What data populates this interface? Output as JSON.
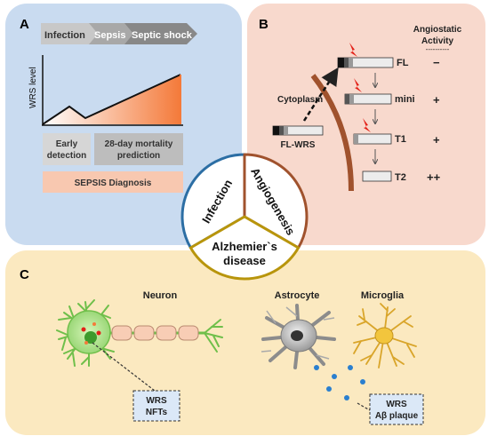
{
  "panel_a": {
    "letter": "A",
    "arrows": [
      "Infection",
      "Sepsis",
      "Septic shock"
    ],
    "ylabel": "WRS level",
    "box_early": [
      "Early",
      "detection"
    ],
    "box_mortality": [
      "28-day mortality",
      "prediction"
    ],
    "diagnosis": "SEPSIS Diagnosis",
    "colors": {
      "background": "#c9dbf0",
      "trend": "#f47a3a"
    }
  },
  "panel_b": {
    "letter": "B",
    "header": [
      "Angiostatic",
      "Activity"
    ],
    "dashes": "----------",
    "cytoplasm": "Cytoplasm",
    "full_length": "FL-WRS",
    "forms": [
      {
        "label": "FL",
        "activity": "−"
      },
      {
        "label": "mini",
        "activity": "+"
      },
      {
        "label": "T1",
        "activity": "+"
      },
      {
        "label": "T2",
        "activity": "++"
      }
    ],
    "colors": {
      "background": "#f8d9cd",
      "membrane": "#a0522d",
      "spark": "#e32118"
    }
  },
  "center": {
    "infection": "Infection",
    "angiogenesis": "Angiogenesis",
    "alzheimer": [
      "Alzhemier`s",
      "disease"
    ],
    "colors": {
      "infection": "#2c6ea4",
      "angiogenesis": "#a0522d",
      "alzheimer": "#b8950c"
    }
  },
  "panel_c": {
    "letter": "C",
    "neuron": "Neuron",
    "astrocyte": "Astrocyte",
    "microglia": "Microglia",
    "box_neuron": [
      "WRS",
      "NFTs"
    ],
    "box_astro": [
      "WRS",
      "Aβ plaque"
    ],
    "colors": {
      "background": "#fbe9c0",
      "neuron": "#8fd16b",
      "microglia": "#f2c53d"
    }
  }
}
